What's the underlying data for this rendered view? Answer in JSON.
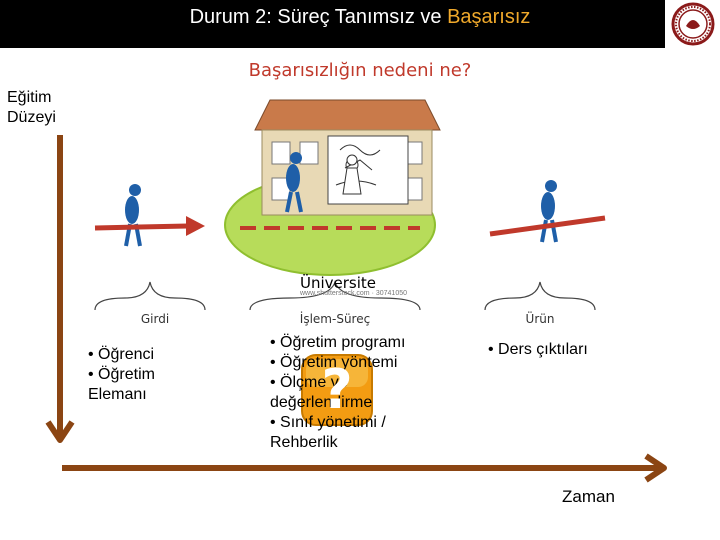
{
  "title": {
    "prefix": "Durum 2: Süreç Tanımsız ve ",
    "highlight": "Başarısız"
  },
  "subtitle": "Başarısızlığın nedeni ne?",
  "y_axis_label": {
    "line1": "Eğitim",
    "line2": "Düzeyi"
  },
  "x_axis_label": "Zaman",
  "university_label": "Üniversite",
  "watermark": "www.shutterstock.com · 30741050",
  "stages": {
    "input": {
      "label": "Girdi",
      "items": [
        "• Öğrenci",
        "• Öğretim",
        "Elemanı"
      ]
    },
    "process": {
      "label": "İşlem-Süreç",
      "items": [
        "• Öğretim programı",
        "• Öğretim yöntemi",
        "• Ölçme ve",
        "değerlendirme",
        "• Sınıf yönetimi /",
        "Rehberlik"
      ]
    },
    "output": {
      "label": "Ürün",
      "items": [
        "• Ders çıktıları"
      ]
    }
  },
  "question_mark": "?",
  "colors": {
    "axis": "#8b4513",
    "title_highlight": "#f0a92b",
    "subtitle": "#c0392b",
    "figure": "#1f5fa8",
    "arrow": "#c0392b",
    "question_badge": "#f39c12"
  }
}
